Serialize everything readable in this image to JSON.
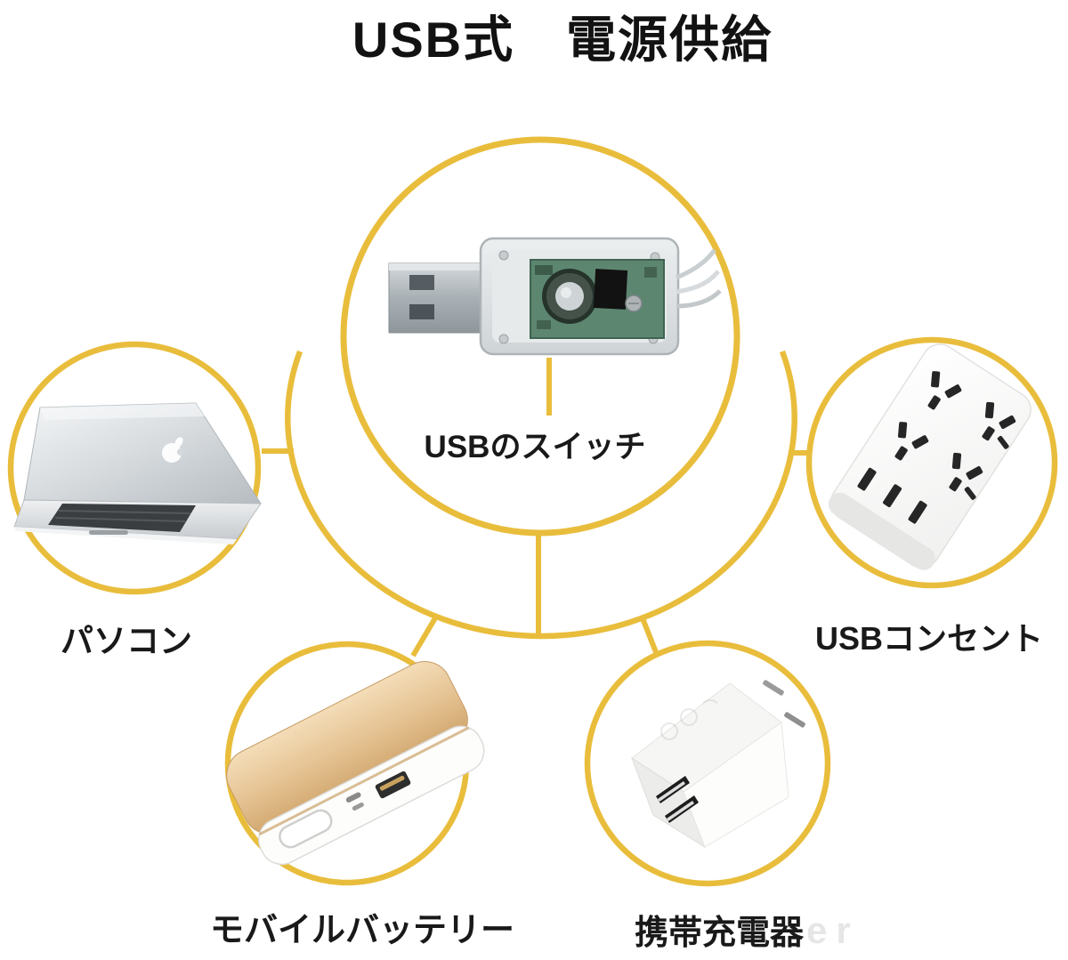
{
  "title": "USB式　電源供給",
  "colors": {
    "accent": "#E9BD3C",
    "text": "#161616",
    "pcb_green": "#5d8671",
    "powerbank_gold": "#d9ab6e",
    "device_silver": "#c9ced2"
  },
  "hub": {
    "label": "USBのスイッチ",
    "image": "usb-switch-dongle-photo"
  },
  "nodes": {
    "laptop": {
      "label": "パソコン",
      "image": "laptop-photo"
    },
    "outlet": {
      "label": "USBコンセント",
      "image": "usb-power-strip-photo"
    },
    "battery": {
      "label": "モバイルバッテリー",
      "image": "mobile-power-bank-photo"
    },
    "charger": {
      "label": "携帯充電器",
      "image": "usb-wall-charger-photo"
    }
  },
  "watermark": "er"
}
